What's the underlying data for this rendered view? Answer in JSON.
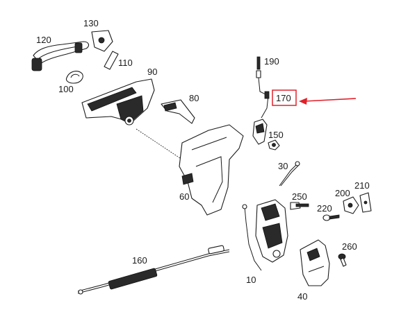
{
  "labels": {
    "p120": "120",
    "p130": "130",
    "p110": "110",
    "p100": "100",
    "p90": "90",
    "p80": "80",
    "p190": "190",
    "p170": "170",
    "p150": "150",
    "p30": "30",
    "p60": "60",
    "p250": "250",
    "p200": "200",
    "p210": "210",
    "p220": "220",
    "p260": "260",
    "p160": "160",
    "p10": "10",
    "p40": "40"
  },
  "highlight": {
    "part": "170",
    "color": "#e0202a"
  }
}
